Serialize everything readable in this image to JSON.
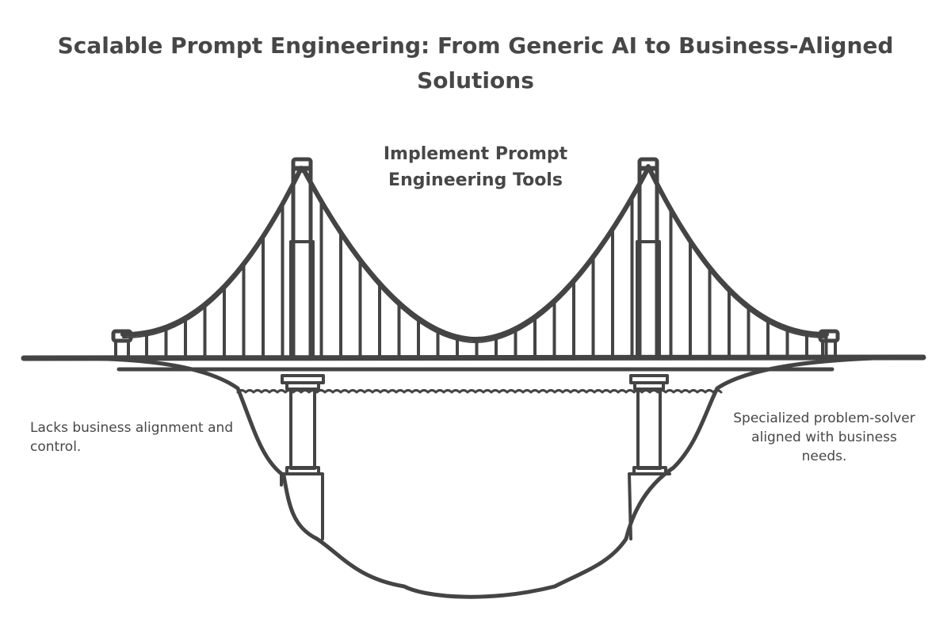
{
  "title": "Scalable Prompt Engineering: From Generic AI to Business-Aligned Solutions",
  "center_label": "Implement Prompt Engineering Tools",
  "left_note": "Lacks business alignment and control.",
  "right_note": "Specialized problem-solver aligned with business needs.",
  "colors": {
    "ink": "#444444",
    "background": "#ffffff"
  }
}
